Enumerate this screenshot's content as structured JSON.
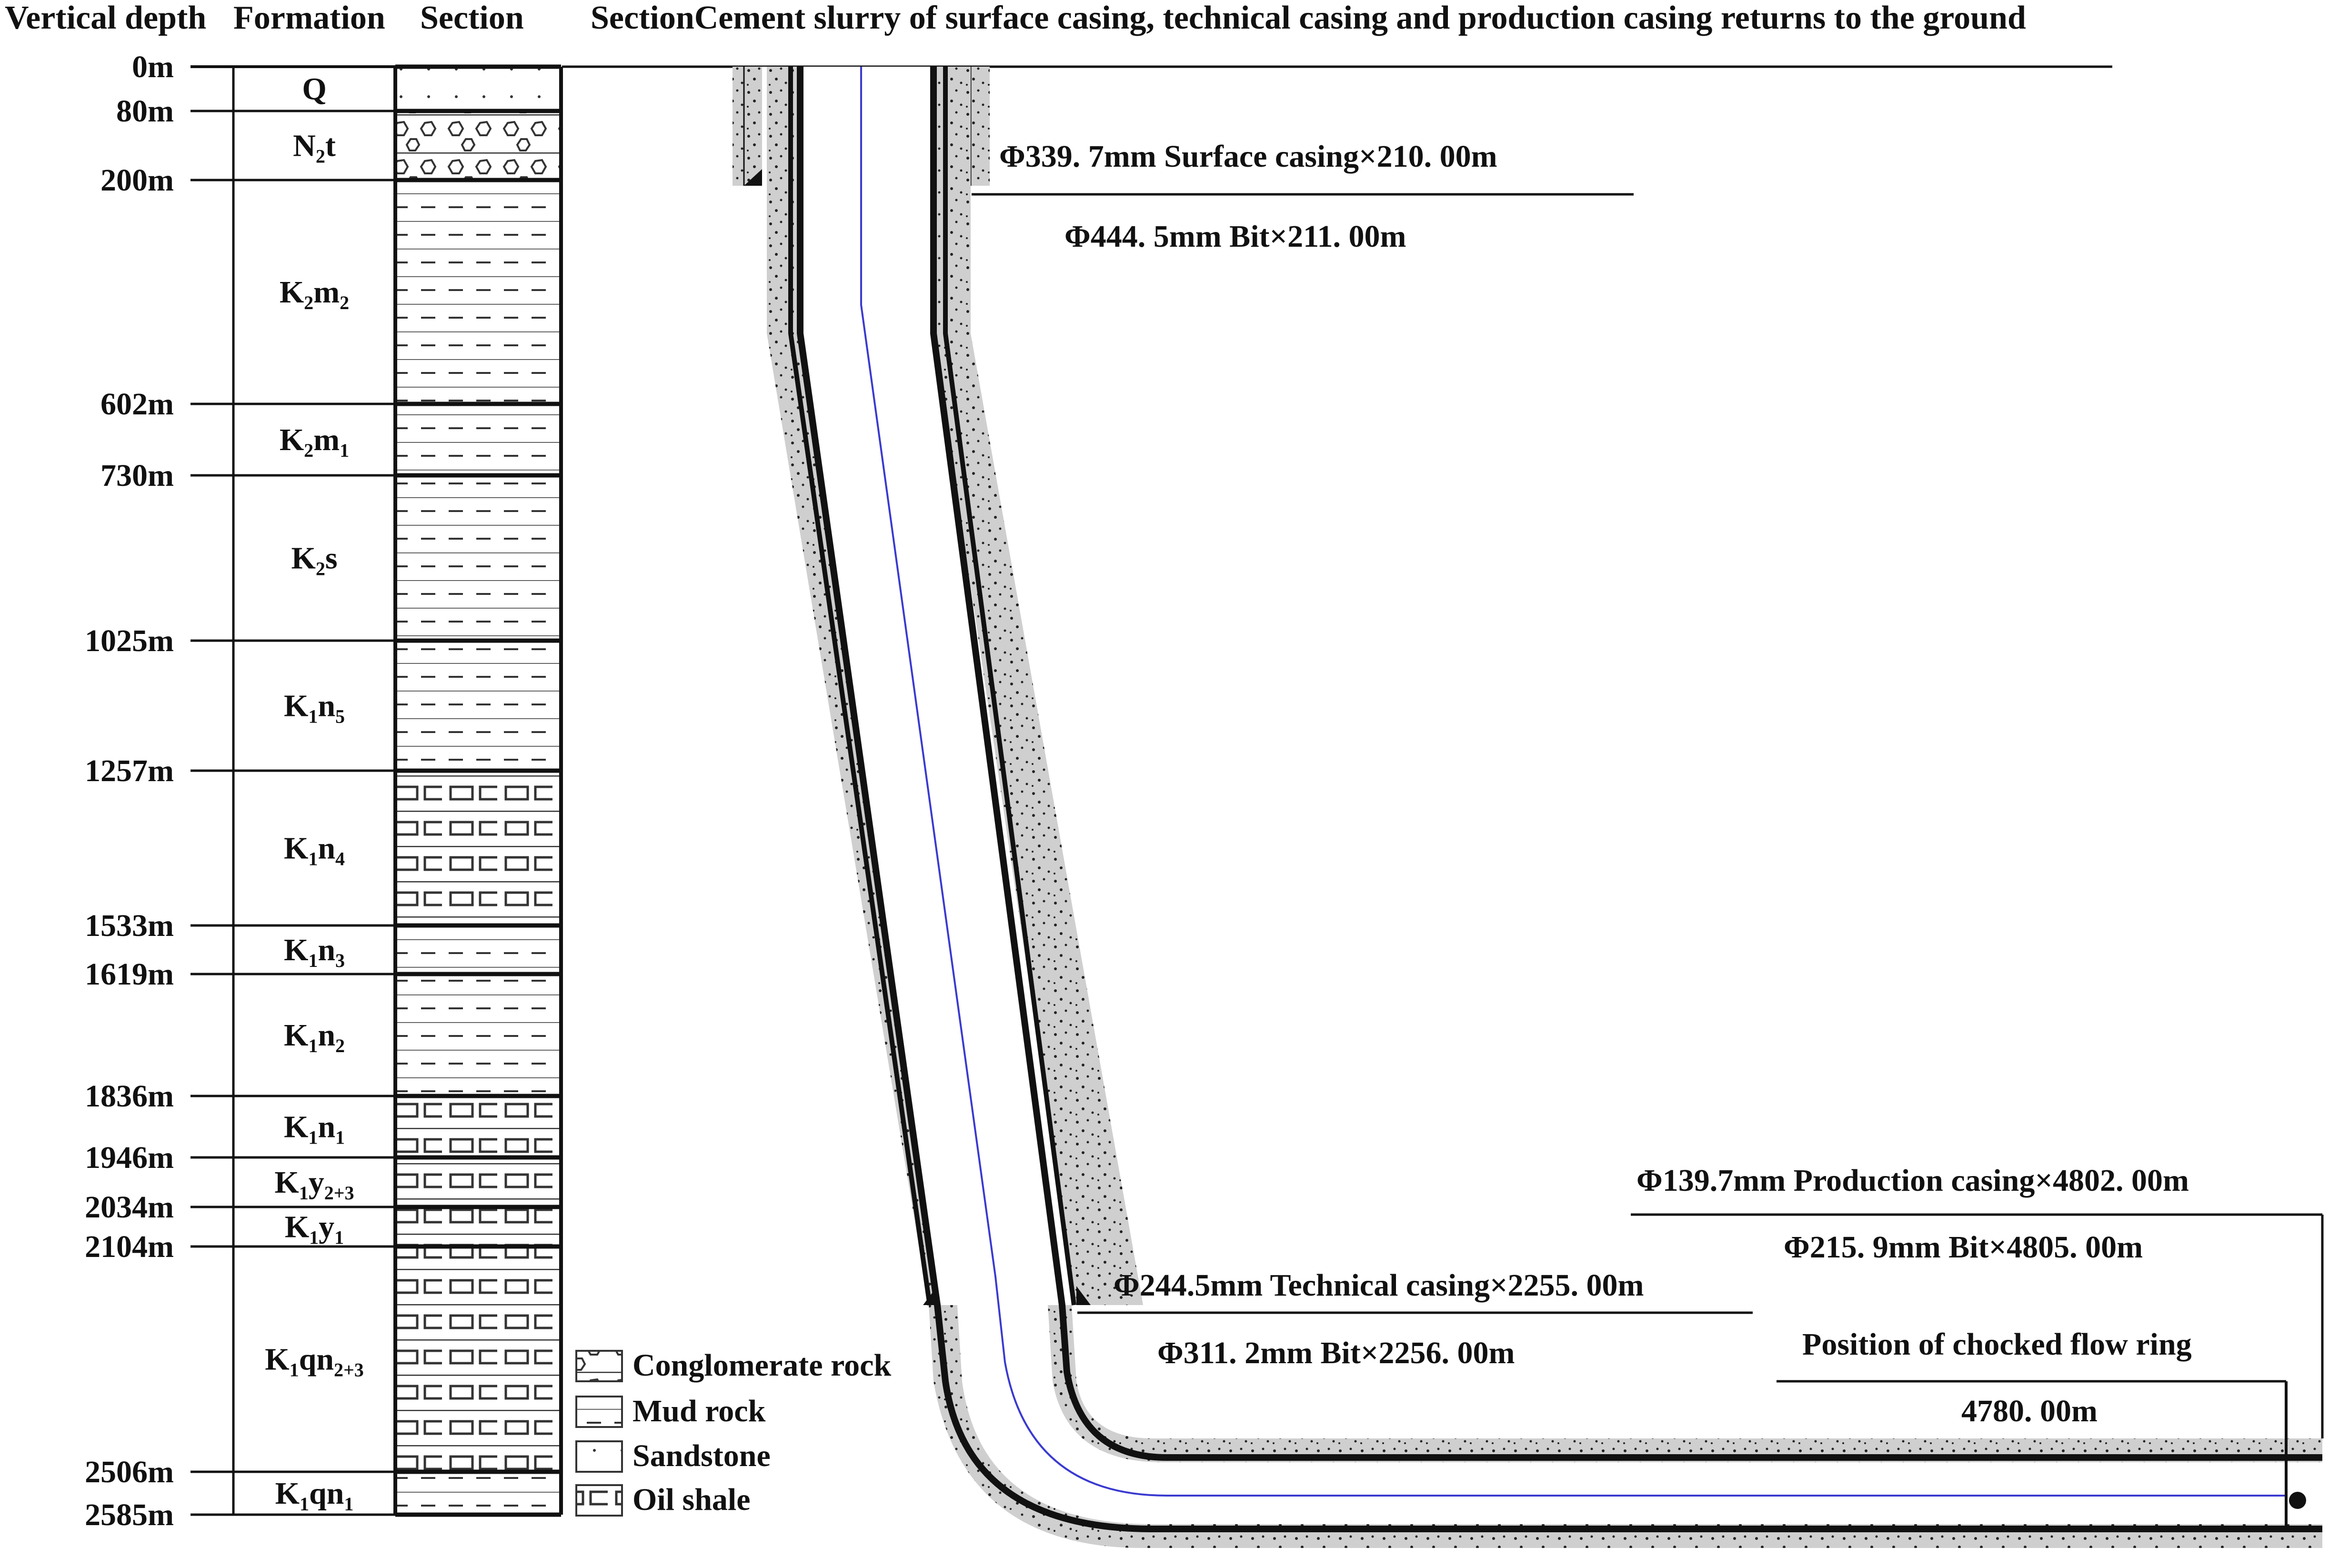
{
  "headers": {
    "vertical_depth": "Vertical depth",
    "formation": "Formation",
    "section": "Section",
    "well_title": "SectionCement slurry of surface casing, technical casing and production casing returns to the ground"
  },
  "depths": [
    "0m",
    "80m",
    "200m",
    "602m",
    "730m",
    "1025m",
    "1257m",
    "1533m",
    "1619m",
    "1836m",
    "1946m",
    "2034m",
    "2104m",
    "2506m",
    "2585m"
  ],
  "formations": [
    {
      "main": "Q",
      "sub": "",
      "tail": ""
    },
    {
      "main": "N",
      "sub": "2",
      "tail": "t"
    },
    {
      "main": "K",
      "sub": "2",
      "tail": "m",
      "sub2": "2"
    },
    {
      "main": "K",
      "sub": "2",
      "tail": "m",
      "sub2": "1"
    },
    {
      "main": "K",
      "sub": "2",
      "tail": "s"
    },
    {
      "main": "K",
      "sub": "1",
      "tail": "n",
      "sub2": "5"
    },
    {
      "main": "K",
      "sub": "1",
      "tail": "n",
      "sub2": "4"
    },
    {
      "main": "K",
      "sub": "1",
      "tail": "n",
      "sub2": "3"
    },
    {
      "main": "K",
      "sub": "1",
      "tail": "n",
      "sub2": "2"
    },
    {
      "main": "K",
      "sub": "1",
      "tail": "n",
      "sub2": "1"
    },
    {
      "main": "K",
      "sub": "1",
      "tail": "y",
      "sub2": "2+3"
    },
    {
      "main": "K",
      "sub": "1",
      "tail": "y",
      "sub2": "1"
    },
    {
      "main": "K",
      "sub": "1",
      "tail": "qn",
      "sub2": "2+3"
    },
    {
      "main": "K",
      "sub": "1",
      "tail": "qn",
      "sub2": "1"
    }
  ],
  "legend": [
    "Conglomerate rock",
    "Mud rock",
    "Sandstone",
    "Oil shale"
  ],
  "annotations": {
    "surface_casing": "Φ339. 7mm Surface casing×210. 00m",
    "surface_bit": "Φ444. 5mm Bit×211. 00m",
    "technical_casing": "Φ244.5mm Technical casing×2255. 00m",
    "technical_bit": "Φ311. 2mm Bit×2256. 00m",
    "production_casing": "Φ139.7mm Production casing×4802. 00m",
    "production_bit": "Φ215. 9mm Bit×4805. 00m",
    "ring_label": "Position of chocked flow ring",
    "ring_depth": "4780. 00m"
  },
  "colors": {
    "cement": "#cfcfcf",
    "casing": "#111111",
    "tubing": "#3a3ad0"
  }
}
